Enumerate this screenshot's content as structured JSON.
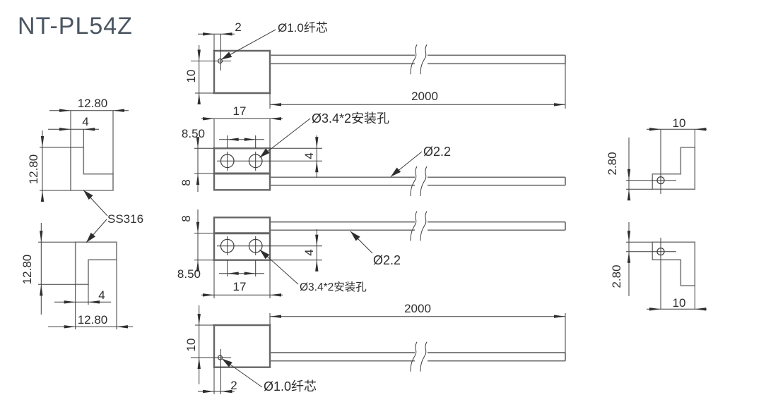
{
  "title": "NT-PL54Z",
  "material_label": "SS316",
  "callouts": {
    "fiber_core": "Ø1.0纤芯",
    "mounting_holes": "Ø3.4*2安装孔",
    "cable_diameter": "Ø2.2"
  },
  "dimensions": {
    "fiber_offset_from_edge": "2",
    "head_height": "10",
    "cable_length": "2000",
    "body_width": "17",
    "hole_spacing": "8.50",
    "plate_height": "8",
    "hole_center_to_edge": "4",
    "bracket_width": "12.80",
    "bracket_height": "12.80",
    "bracket_leg_width": "4",
    "side_width": "10",
    "side_plate_thickness": "2.80"
  }
}
